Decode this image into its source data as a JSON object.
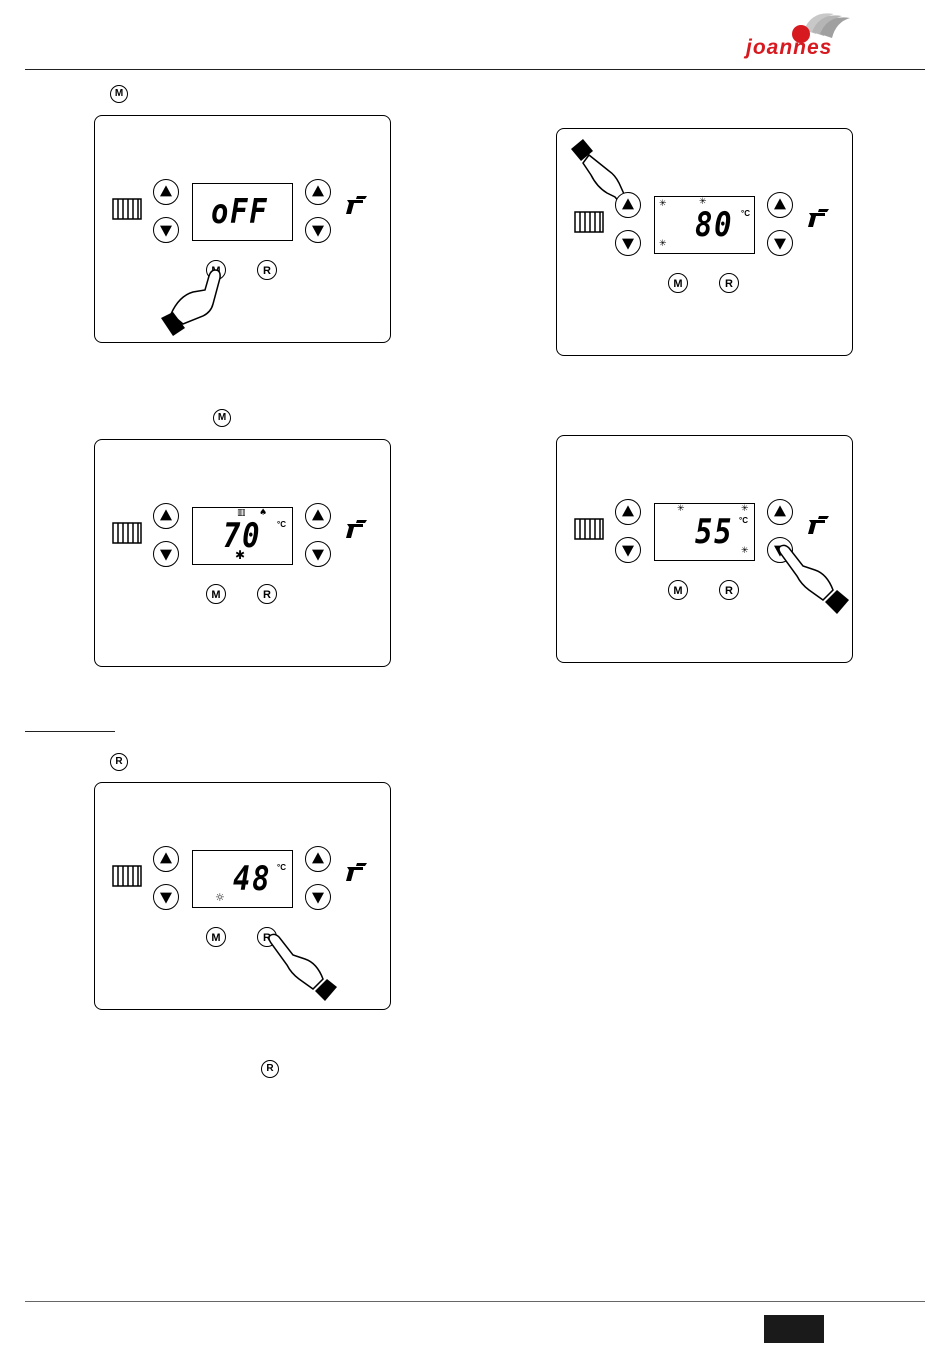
{
  "header": {
    "logo_text": "joannes",
    "logo_color": "#d71920"
  },
  "inline_buttons": {
    "m1": "M",
    "m2": "M",
    "r1": "R",
    "r2": "R"
  },
  "panels": [
    {
      "id": "panel-off",
      "display": "oFF",
      "unit": "",
      "mode_button": "M",
      "reset_button": "R"
    },
    {
      "id": "panel-80",
      "display": "80",
      "unit": "°C",
      "mode_button": "M",
      "reset_button": "R"
    },
    {
      "id": "panel-70",
      "display": "70",
      "unit": "°C",
      "mode_button": "M",
      "reset_button": "R"
    },
    {
      "id": "panel-55",
      "display": "55",
      "unit": "°C",
      "mode_button": "M",
      "reset_button": "R"
    },
    {
      "id": "panel-48",
      "display": "48",
      "unit": "°C",
      "mode_button": "M",
      "reset_button": "R"
    }
  ],
  "icons": {
    "heating": "radiator-icon",
    "dhw": "tap-icon",
    "hand": "pointing-hand-icon",
    "flame": "flame-icon",
    "snowflake": "snowflake-icon",
    "sun": "sun-icon"
  }
}
